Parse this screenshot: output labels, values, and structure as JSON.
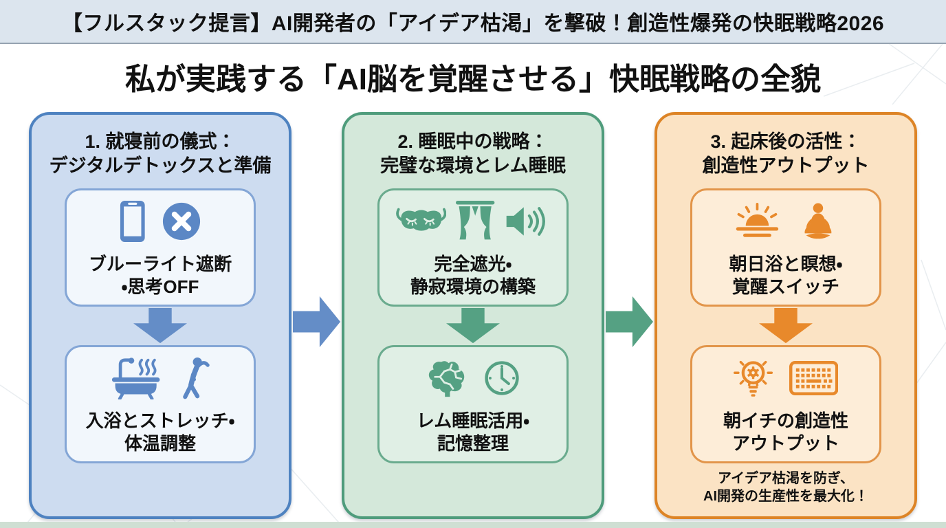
{
  "banner": {
    "text": "【フルスタック提言】AI開発者の「アイデア枯渇」を撃破！創造性爆発の快眠戦略2026",
    "bg_color": "#dce5ee"
  },
  "title": "私が実践する「AI脳を覚醒させる」快眠戦略の全貌",
  "steps": [
    {
      "heading_line1": "1. 就寝前の儀式：",
      "heading_line2": "デジタルデトックスと準備",
      "accent_color": "#5b87c5",
      "panel_color": "#cddcf0",
      "boxes": [
        {
          "icons": [
            "smartphone-icon",
            "block-x-icon"
          ],
          "label_line1": "ブルーライト遮断",
          "label_line2": "・思考OFF"
        },
        {
          "icons": [
            "bathtub-icon",
            "stretch-person-icon"
          ],
          "label_line1": "入浴とストレッチ・",
          "label_line2": "体温調整"
        }
      ]
    },
    {
      "heading_line1": "2. 睡眠中の戦略：",
      "heading_line2": "完璧な環境とレム睡眠",
      "accent_color": "#55a183",
      "panel_color": "#d4e8da",
      "boxes": [
        {
          "icons": [
            "sleep-mask-icon",
            "curtains-icon",
            "speaker-icon"
          ],
          "label_line1": "完全遮光・",
          "label_line2": "静寂環境の構築"
        },
        {
          "icons": [
            "brain-icon",
            "clock-icon"
          ],
          "label_line1": "レム睡眠活用・",
          "label_line2": "記憶整理"
        }
      ]
    },
    {
      "heading_line1": "3. 起床後の活性：",
      "heading_line2": "創造性アウトプット",
      "accent_color": "#e8892b",
      "panel_color": "#fbe3c4",
      "boxes": [
        {
          "icons": [
            "sunrise-icon",
            "meditation-icon"
          ],
          "label_line1": "朝日浴と瞑想・",
          "label_line2": "覚醒スイッチ"
        },
        {
          "icons": [
            "idea-bulb-gear-icon",
            "keyboard-icon"
          ],
          "label_line1": "朝イチの創造性",
          "label_line2": "アウトプット"
        }
      ],
      "note_line1": "アイデア枯渇を防ぎ、",
      "note_line2": "AI開発の生産性を最大化！"
    }
  ],
  "footer_bar_color": "#cfdfd3"
}
